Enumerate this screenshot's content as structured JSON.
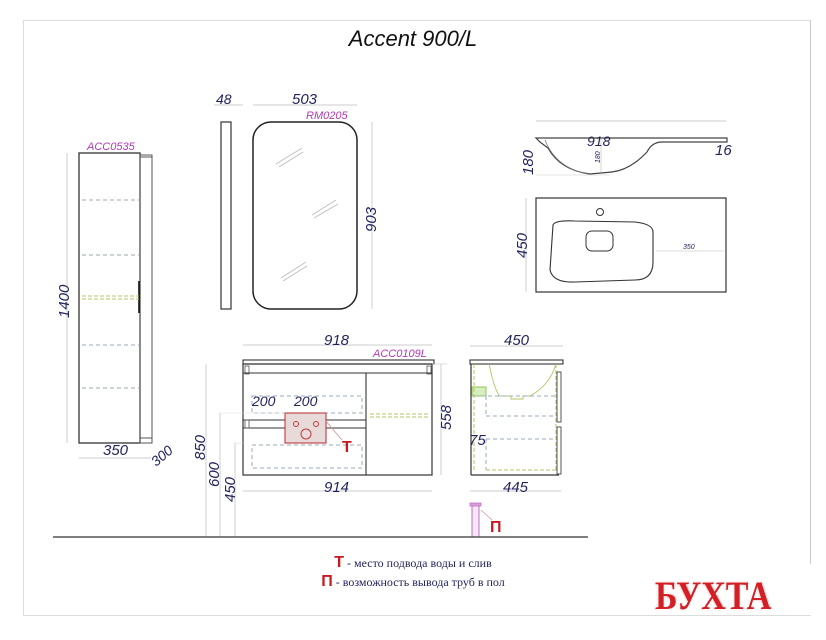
{
  "title": "Accent 900/L",
  "pencil_case": {
    "code": "ACC0535",
    "height": "1400",
    "width": "350",
    "depth": "300"
  },
  "mirror": {
    "code": "RM0205",
    "thickness": "48",
    "width": "503",
    "height": "903"
  },
  "sink_side": {
    "width": "918",
    "height": "180",
    "bowl_depth": "180",
    "lip": "16"
  },
  "sink_top": {
    "depth": "450",
    "right_offset": "350"
  },
  "cabinet_front": {
    "code": "ACC0109L",
    "top_width": "918",
    "bottom_width": "914",
    "height": "558",
    "pipe_offset_left": "200",
    "pipe_offset_right": "200",
    "floor_to_top": "850",
    "floor_to_pipes": "600",
    "floor_to_bottom": "450",
    "marker_t": "T"
  },
  "cabinet_side": {
    "top_depth": "450",
    "bottom_depth": "445",
    "inner": "75",
    "marker_p": "П"
  },
  "legend": {
    "items": [
      {
        "marker": "Т",
        "text": " - место подвода воды и слив"
      },
      {
        "marker": "П",
        "text": " - возможность вывода труб в пол"
      }
    ]
  },
  "logo": "БУХТА",
  "colors": {
    "dimension_text": "#23235e",
    "code_text": "#b23ab8",
    "marker_red": "#c8191f",
    "logo_red": "#d42025"
  }
}
